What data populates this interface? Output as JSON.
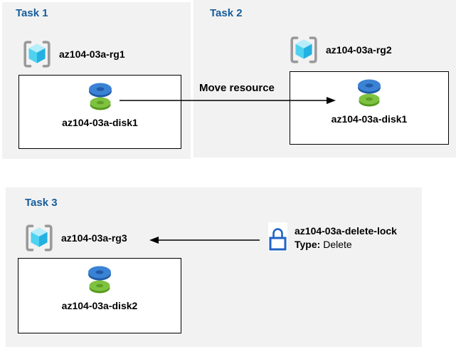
{
  "task1": {
    "title": "Task 1",
    "resource_group": "az104-03a-rg1",
    "resource": "az104-03a-disk1"
  },
  "task2": {
    "title": "Task 2",
    "resource_group": "az104-03a-rg2",
    "resource": "az104-03a-disk1"
  },
  "task3": {
    "title": "Task 3",
    "resource_group": "az104-03a-rg3",
    "resource": "az104-03a-disk2"
  },
  "move_arrow": {
    "label": "Move resource"
  },
  "lock": {
    "name": "az104-03a-delete-lock",
    "type_label": "Type:",
    "type_value": "Delete"
  },
  "colors": {
    "panel_bg": "#f2f2f2",
    "heading_blue": "#175d9c",
    "label_black": "#000000",
    "lock_blue": "#2063c6",
    "disk_blue": "#3b82d4",
    "disk_blue_dark": "#1f5ba8",
    "disk_green": "#7fc241",
    "disk_green_dark": "#569a1e",
    "cube_top": "#b5edfb",
    "cube_left": "#4fd2f0",
    "cube_right": "#22b1e2",
    "bracket_gray": "#9a9a9a",
    "arrow": "#000000"
  },
  "icons": {
    "resource_group": "resource-group-icon",
    "disk": "disk-icon",
    "lock": "lock-icon"
  }
}
